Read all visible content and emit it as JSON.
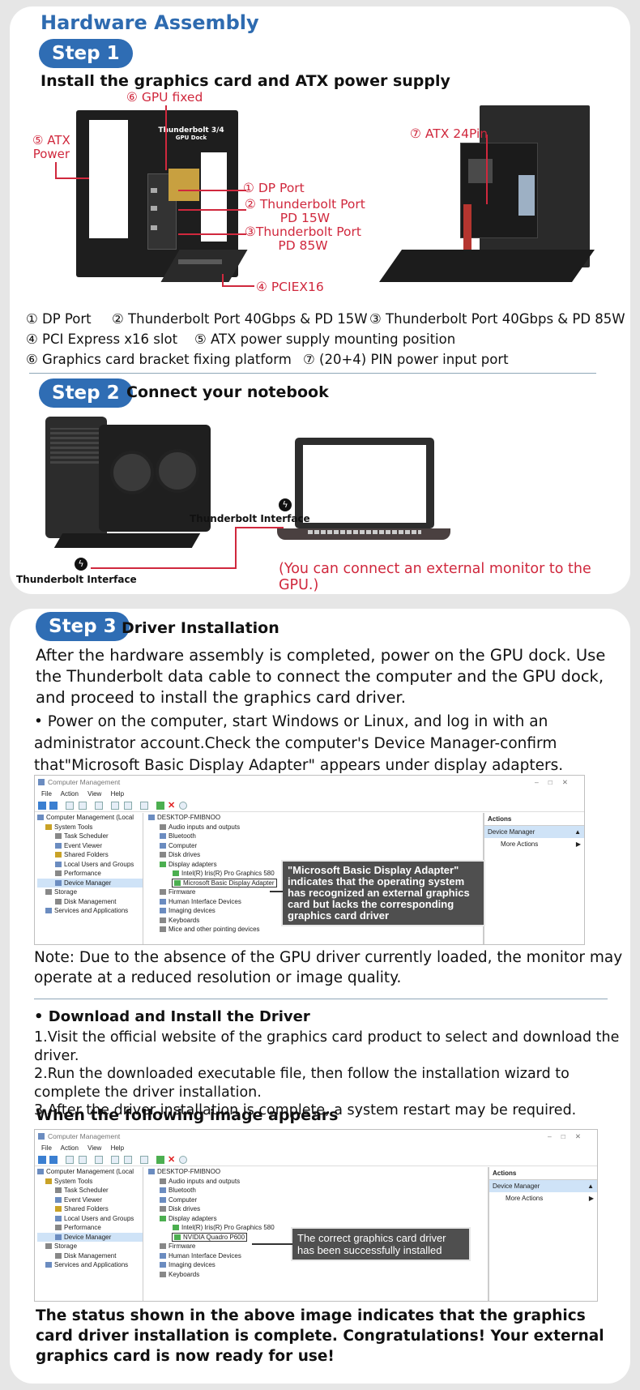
{
  "section1": {
    "title": "Hardware Assembly",
    "step1": {
      "pill": "Step 1",
      "heading": "Install the graphics card and ATX power supply",
      "callouts": {
        "gpu_fixed": "⑥ GPU fixed",
        "atx_power_1": "⑤ ATX",
        "atx_power_2": "Power",
        "atx_24pin": "⑦ ATX 24Pin",
        "dp_port": "① DP Port",
        "tb_15w_1": "② Thunderbolt Port",
        "tb_15w_2": "PD 15W",
        "tb_85w_1": "③Thunderbolt Port",
        "tb_85w_2": "PD 85W",
        "pciex16": "④ PCIEX16"
      },
      "dock_label_1": "Thunderbolt 3/4",
      "dock_label_2": "GPU Dock",
      "legend": {
        "l1": "① DP Port",
        "l2": "② Thunderbolt Port 40Gbps & PD 15W",
        "l3": "③ Thunderbolt Port 40Gbps & PD 85W",
        "l4": "④  PCI Express x16 slot",
        "l5": "⑤ ATX power supply mounting position",
        "l6": "⑥ Graphics card bracket fixing platform",
        "l7": "⑦ (20+4) PIN power input port"
      }
    },
    "step2": {
      "pill": "Step 2",
      "heading": "Connect your notebook",
      "tb_interface_laptop": "Thunderbolt Interface",
      "tb_interface_dock": "Thunderbolt Interface",
      "monitor_note": "(You can connect an external monitor to the GPU.)"
    }
  },
  "section2": {
    "step3": {
      "pill": "Step 3",
      "heading": "Driver Installation",
      "intro": "After the hardware assembly is completed, power on the GPU dock. Use the Thunderbolt data cable to connect the computer and the GPU dock, and proceed to install the graphics card driver.",
      "bullet1": "• Power on the computer, start Windows or Linux, and log in with an administrator account.Check the computer's Device Manager-confirm that\"Microsoft Basic Display Adapter\" appears under display adapters.",
      "note": "Note: Due to the absence of the GPU driver currently loaded, the monitor may operate at a reduced resolution or image quality.",
      "download_heading": "• Download and Install the Driver",
      "download_steps": [
        "1.Visit the official website of the graphics card product to select and download the driver.",
        "2.Run the downloaded executable file, then follow the installation wizard to complete the driver installation.",
        "3.After the driver installation is complete, a system restart may be required."
      ],
      "when_heading": "When the following image appears",
      "conclusion": "The status shown in the above image indicates that the graphics card driver installation is complete. Congratulations! Your external graphics card is now ready for use!"
    },
    "window1": {
      "title": "Computer Management",
      "menu": [
        "File",
        "Action",
        "View",
        "Help"
      ],
      "tree": [
        "Computer Management (Local",
        "System Tools",
        "Task Scheduler",
        "Event Viewer",
        "Shared Folders",
        "Local Users and Groups",
        "Performance",
        "Device Manager",
        "Storage",
        "Disk Management",
        "Services and Applications"
      ],
      "devices": [
        "DESKTOP-FMIBNOO",
        "Audio inputs and outputs",
        "Bluetooth",
        "Computer",
        "Disk drives",
        "Display adapters",
        "Intel(R) Iris(R) Pro Graphics 580",
        "Microsoft Basic Display Adapter",
        "Firmware",
        "Human Interface Devices",
        "Imaging devices",
        "Keyboards",
        "Mice and other pointing devices"
      ],
      "actions_header": "Actions",
      "actions_dm": "Device Manager",
      "actions_more": "More Actions",
      "callout": "\"Microsoft Basic Display Adapter\" indicates that the operating system has recognized an external graphics card but lacks the corresponding graphics card driver"
    },
    "window2": {
      "title": "Computer Management",
      "menu": [
        "File",
        "Action",
        "View",
        "Help"
      ],
      "tree": [
        "Computer Management (Local",
        "System Tools",
        "Task Scheduler",
        "Event Viewer",
        "Shared Folders",
        "Local Users and Groups",
        "Performance",
        "Device Manager",
        "Storage",
        "Disk Management",
        "Services and Applications"
      ],
      "devices": [
        "DESKTOP-FMIBNOO",
        "Audio inputs and outputs",
        "Bluetooth",
        "Computer",
        "Disk drives",
        "Display adapters",
        "Intel(R) Iris(R) Pro Graphics 580",
        "NVIDIA Quadro P600",
        "Firmware",
        "Human Interface Devices",
        "Imaging devices",
        "Keyboards"
      ],
      "actions_header": "Actions",
      "actions_dm": "Device Manager",
      "actions_more": "More Actions",
      "callout": "The correct graphics card driver has been successfully installed"
    }
  }
}
